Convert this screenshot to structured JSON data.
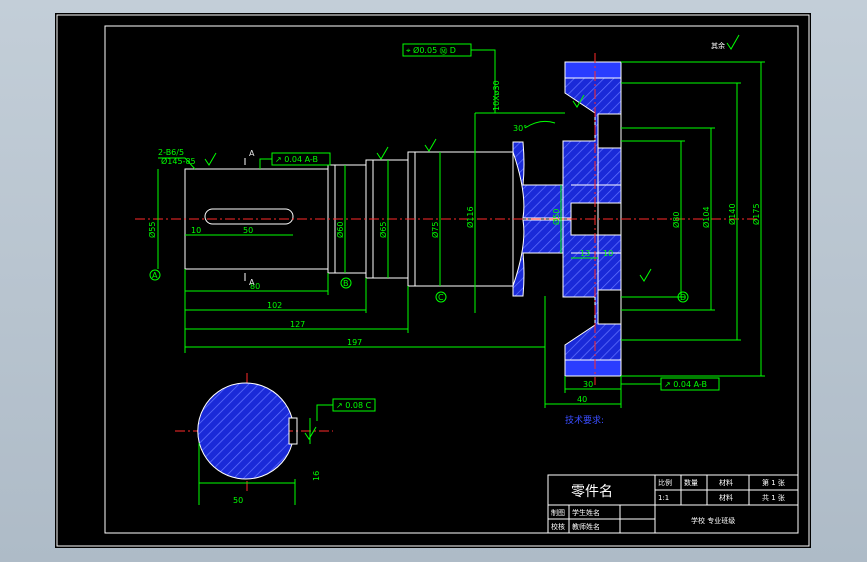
{
  "colors": {
    "background": "#000000",
    "outline": "#ffffff",
    "dimension": "#00ff00",
    "centerline": "#ff2a2a",
    "hatch": "#2a3dff",
    "note": "#3a4dff"
  },
  "drawing": {
    "roughness_note": "其余",
    "tolerance_frames": {
      "top": "⌖ Ø0.05 Ⓜ D",
      "runout_left": "↗ 0.04 A-B",
      "runout_bottom": "↗ 0.04 A-B",
      "section": "↗ 0.08 C"
    },
    "dims": {
      "d55": "Ø55",
      "d60": "Ø60",
      "d65": "Ø65",
      "d75": "Ø75",
      "d116": "Ø116",
      "d50": "Ø50",
      "d80": "Ø80",
      "d104": "Ø104",
      "d140": "Ø140",
      "d175": "Ø175",
      "l10": "10",
      "l50": "50",
      "l80": "80",
      "l102": "102",
      "l127": "127",
      "l197": "197",
      "l13": "13",
      "l10b": "10",
      "l30": "30",
      "l40": "40",
      "a30": "30°",
      "sec50": "50",
      "sec16": "16"
    },
    "labels": {
      "spline": "2-B6/5",
      "spline2": "Ø145-85",
      "datum_a": "A",
      "datum_b": "B",
      "datum_c": "C",
      "datum_d": "D",
      "section_a": "A",
      "fits": "10Xø30"
    },
    "tech_note": "技术要求:"
  },
  "title_block": {
    "part_name": "零件名",
    "ratio": "比例",
    "qty": "数量",
    "material": "材料",
    "sheet": "第 1 张",
    "total": "共 1 张",
    "drawn": "制图",
    "checked": "校核",
    "student": "学生姓名",
    "teacher": "教师姓名",
    "school": "学校 专业班级",
    "ratio_val": "1:1",
    "mat2": "材料"
  }
}
